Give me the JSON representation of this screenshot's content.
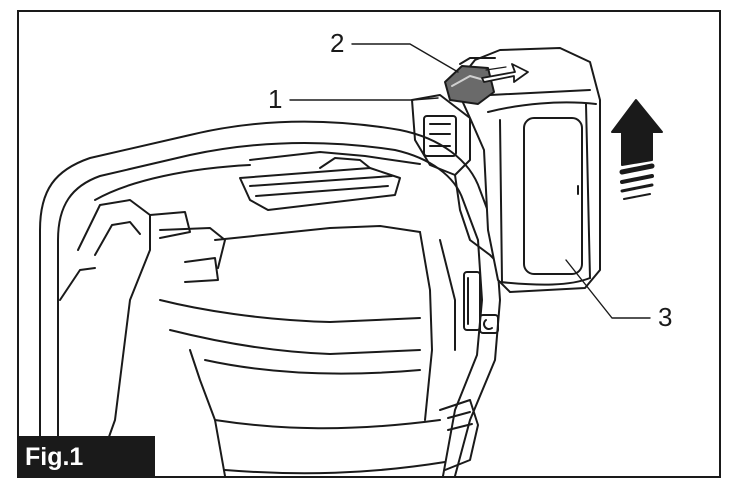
{
  "figure": {
    "label": "Fig.1",
    "callouts": [
      {
        "id": "1",
        "text": "1"
      },
      {
        "id": "2",
        "text": "2"
      },
      {
        "id": "3",
        "text": "3"
      }
    ]
  },
  "colors": {
    "ink": "#1a1a1a",
    "paper": "#ffffff"
  },
  "icons": [
    "up-arrow-icon",
    "slide-arrow-icon"
  ]
}
